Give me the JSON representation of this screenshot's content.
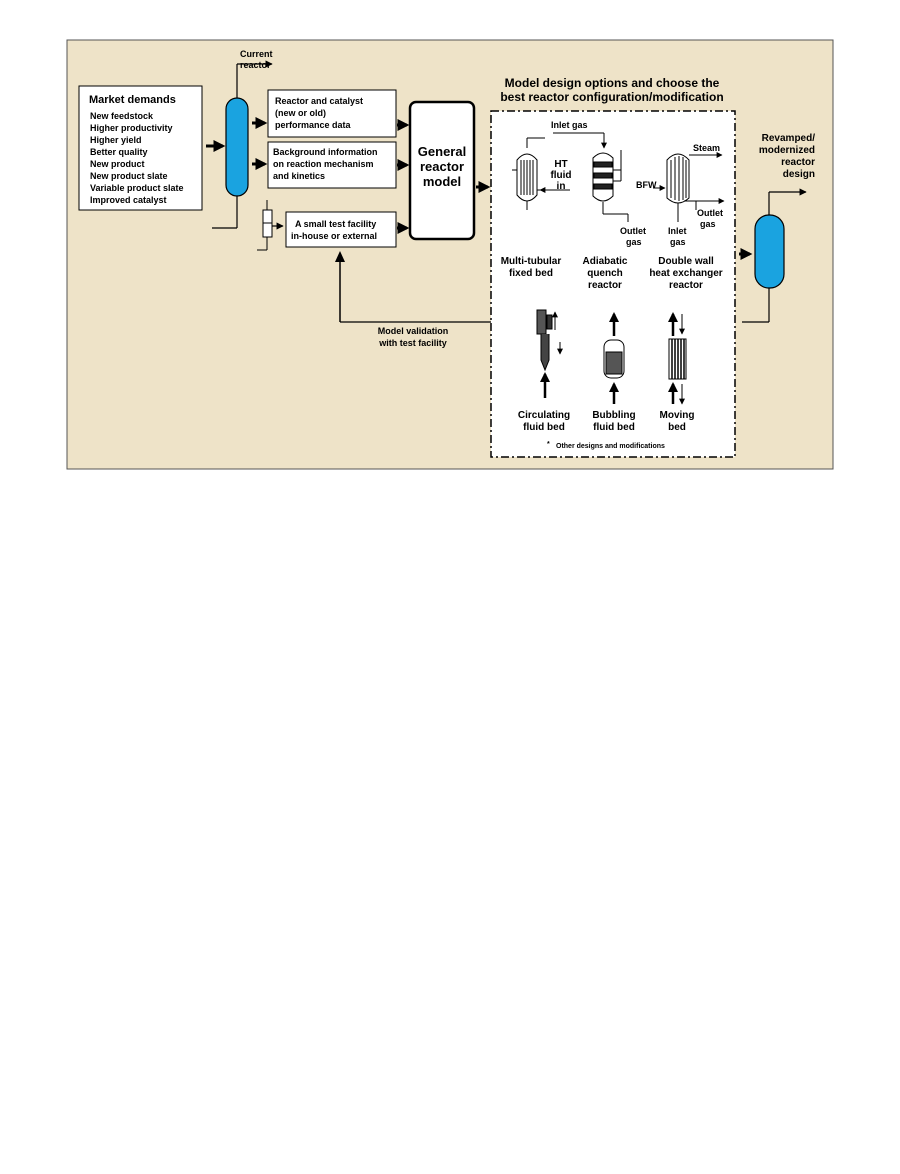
{
  "colors": {
    "panel": "#eee3c8",
    "vessel": "#1aa3e0",
    "stroke": "#000000"
  },
  "market": {
    "title": "Market demands",
    "items": [
      "New feedstock",
      "Higher productivity",
      "Higher yield",
      "Better quality",
      "New product",
      "New product slate",
      "Variable product slate",
      "Improved catalyst"
    ]
  },
  "current_reactor": [
    "Current",
    "reactor"
  ],
  "inputs": {
    "performance": [
      "Reactor and catalyst",
      "(new or old)",
      "performance data"
    ],
    "background": [
      "Background information",
      "on reaction mechanism",
      "and kinetics"
    ],
    "test_facility": [
      "A small test facility",
      "in-house or external"
    ]
  },
  "general_model": [
    "General",
    "reactor",
    "model"
  ],
  "options_title": [
    "Model design options and choose the",
    "best reactor configuration/modification"
  ],
  "streams": {
    "inlet_gas_top": "Inlet gas",
    "ht_fluid_in": [
      "HT",
      "fluid",
      "in"
    ],
    "steam": "Steam",
    "bfw": "BFW",
    "outlet_gas_1": [
      "Outlet",
      "gas"
    ],
    "inlet_gas_2": [
      "Inlet",
      "gas"
    ],
    "outlet_gas_2": [
      "Outlet",
      "gas"
    ]
  },
  "reactors": {
    "multi_tubular": [
      "Multi-tubular",
      "fixed bed"
    ],
    "adiabatic": [
      "Adiabatic",
      "quench",
      "reactor"
    ],
    "double_wall": [
      "Double wall",
      "heat exchanger",
      "reactor"
    ],
    "circulating": [
      "Circulating",
      "fluid bed"
    ],
    "bubbling": [
      "Bubbling",
      "fluid bed"
    ],
    "moving": [
      "Moving",
      "bed"
    ]
  },
  "other_note": "Other designs and modifications",
  "validation": [
    "Model validation",
    "with test facility"
  ],
  "output": [
    "Revamped/",
    "modernized",
    "reactor",
    "design"
  ]
}
